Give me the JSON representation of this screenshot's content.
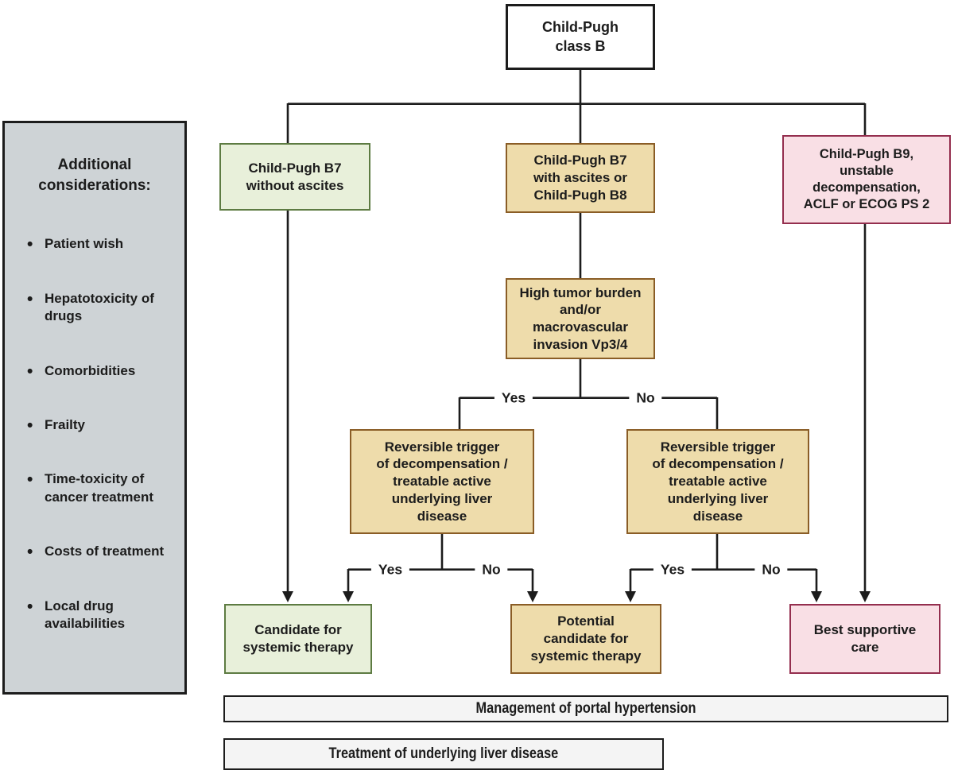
{
  "sidebar": {
    "title": "Additional\nconsiderations:",
    "items": [
      "Patient wish",
      "Hepatotoxicity of drugs",
      "Comorbidities",
      "Frailty",
      "Time-toxicity of cancer treatment",
      "Costs of treatment",
      "Local drug availabilities"
    ]
  },
  "nodes": {
    "root": "Child-Pugh\nclass B",
    "b7_without_ascites": "Child-Pugh B7\nwithout ascites",
    "b7_ascites_or_b8": "Child-Pugh B7\nwith ascites or\nChild-Pugh B8",
    "b9_unstable": "Child-Pugh B9,\nunstable\ndecompensation,\nACLF or ECOG PS 2",
    "high_tumor_burden": "High tumor burden\nand/or\nmacrovascular\ninvasion Vp3/4",
    "reversible_trigger": "Reversible trigger\nof decompensation /\ntreatable active\nunderlying liver\ndisease",
    "candidate_systemic": "Candidate for\nsystemic therapy",
    "potential_candidate": "Potential\ncandidate for\nsystemic therapy",
    "best_supportive_care": "Best supportive\ncare"
  },
  "branch_labels": {
    "yes": "Yes",
    "no": "No"
  },
  "footer_bars": [
    "Management of portal hypertension",
    "Treatment of underlying liver disease"
  ],
  "colors": {
    "green_fill": "#e8f0da",
    "green_border": "#5d7b42",
    "tan_fill": "#eedcab",
    "tan_border": "#8a5d26",
    "pink_fill": "#f9dfe5",
    "pink_border": "#942e4e",
    "sidebar_fill": "#ced3d6",
    "bar_fill": "#f4f4f4",
    "line": "#1c1c1c"
  }
}
